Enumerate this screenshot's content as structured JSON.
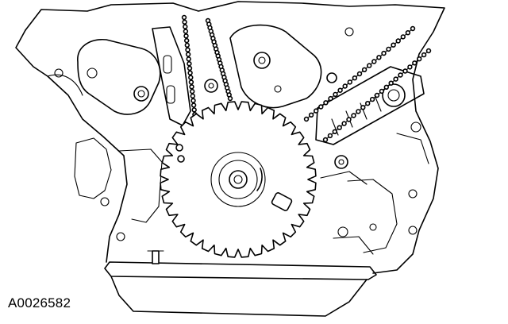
{
  "figure": {
    "code": "A0026582"
  },
  "colors": {
    "ink": "#000000",
    "paper": "#ffffff"
  },
  "components": {
    "sprocket_tooth_count": 36,
    "chain_link_count": 22
  }
}
